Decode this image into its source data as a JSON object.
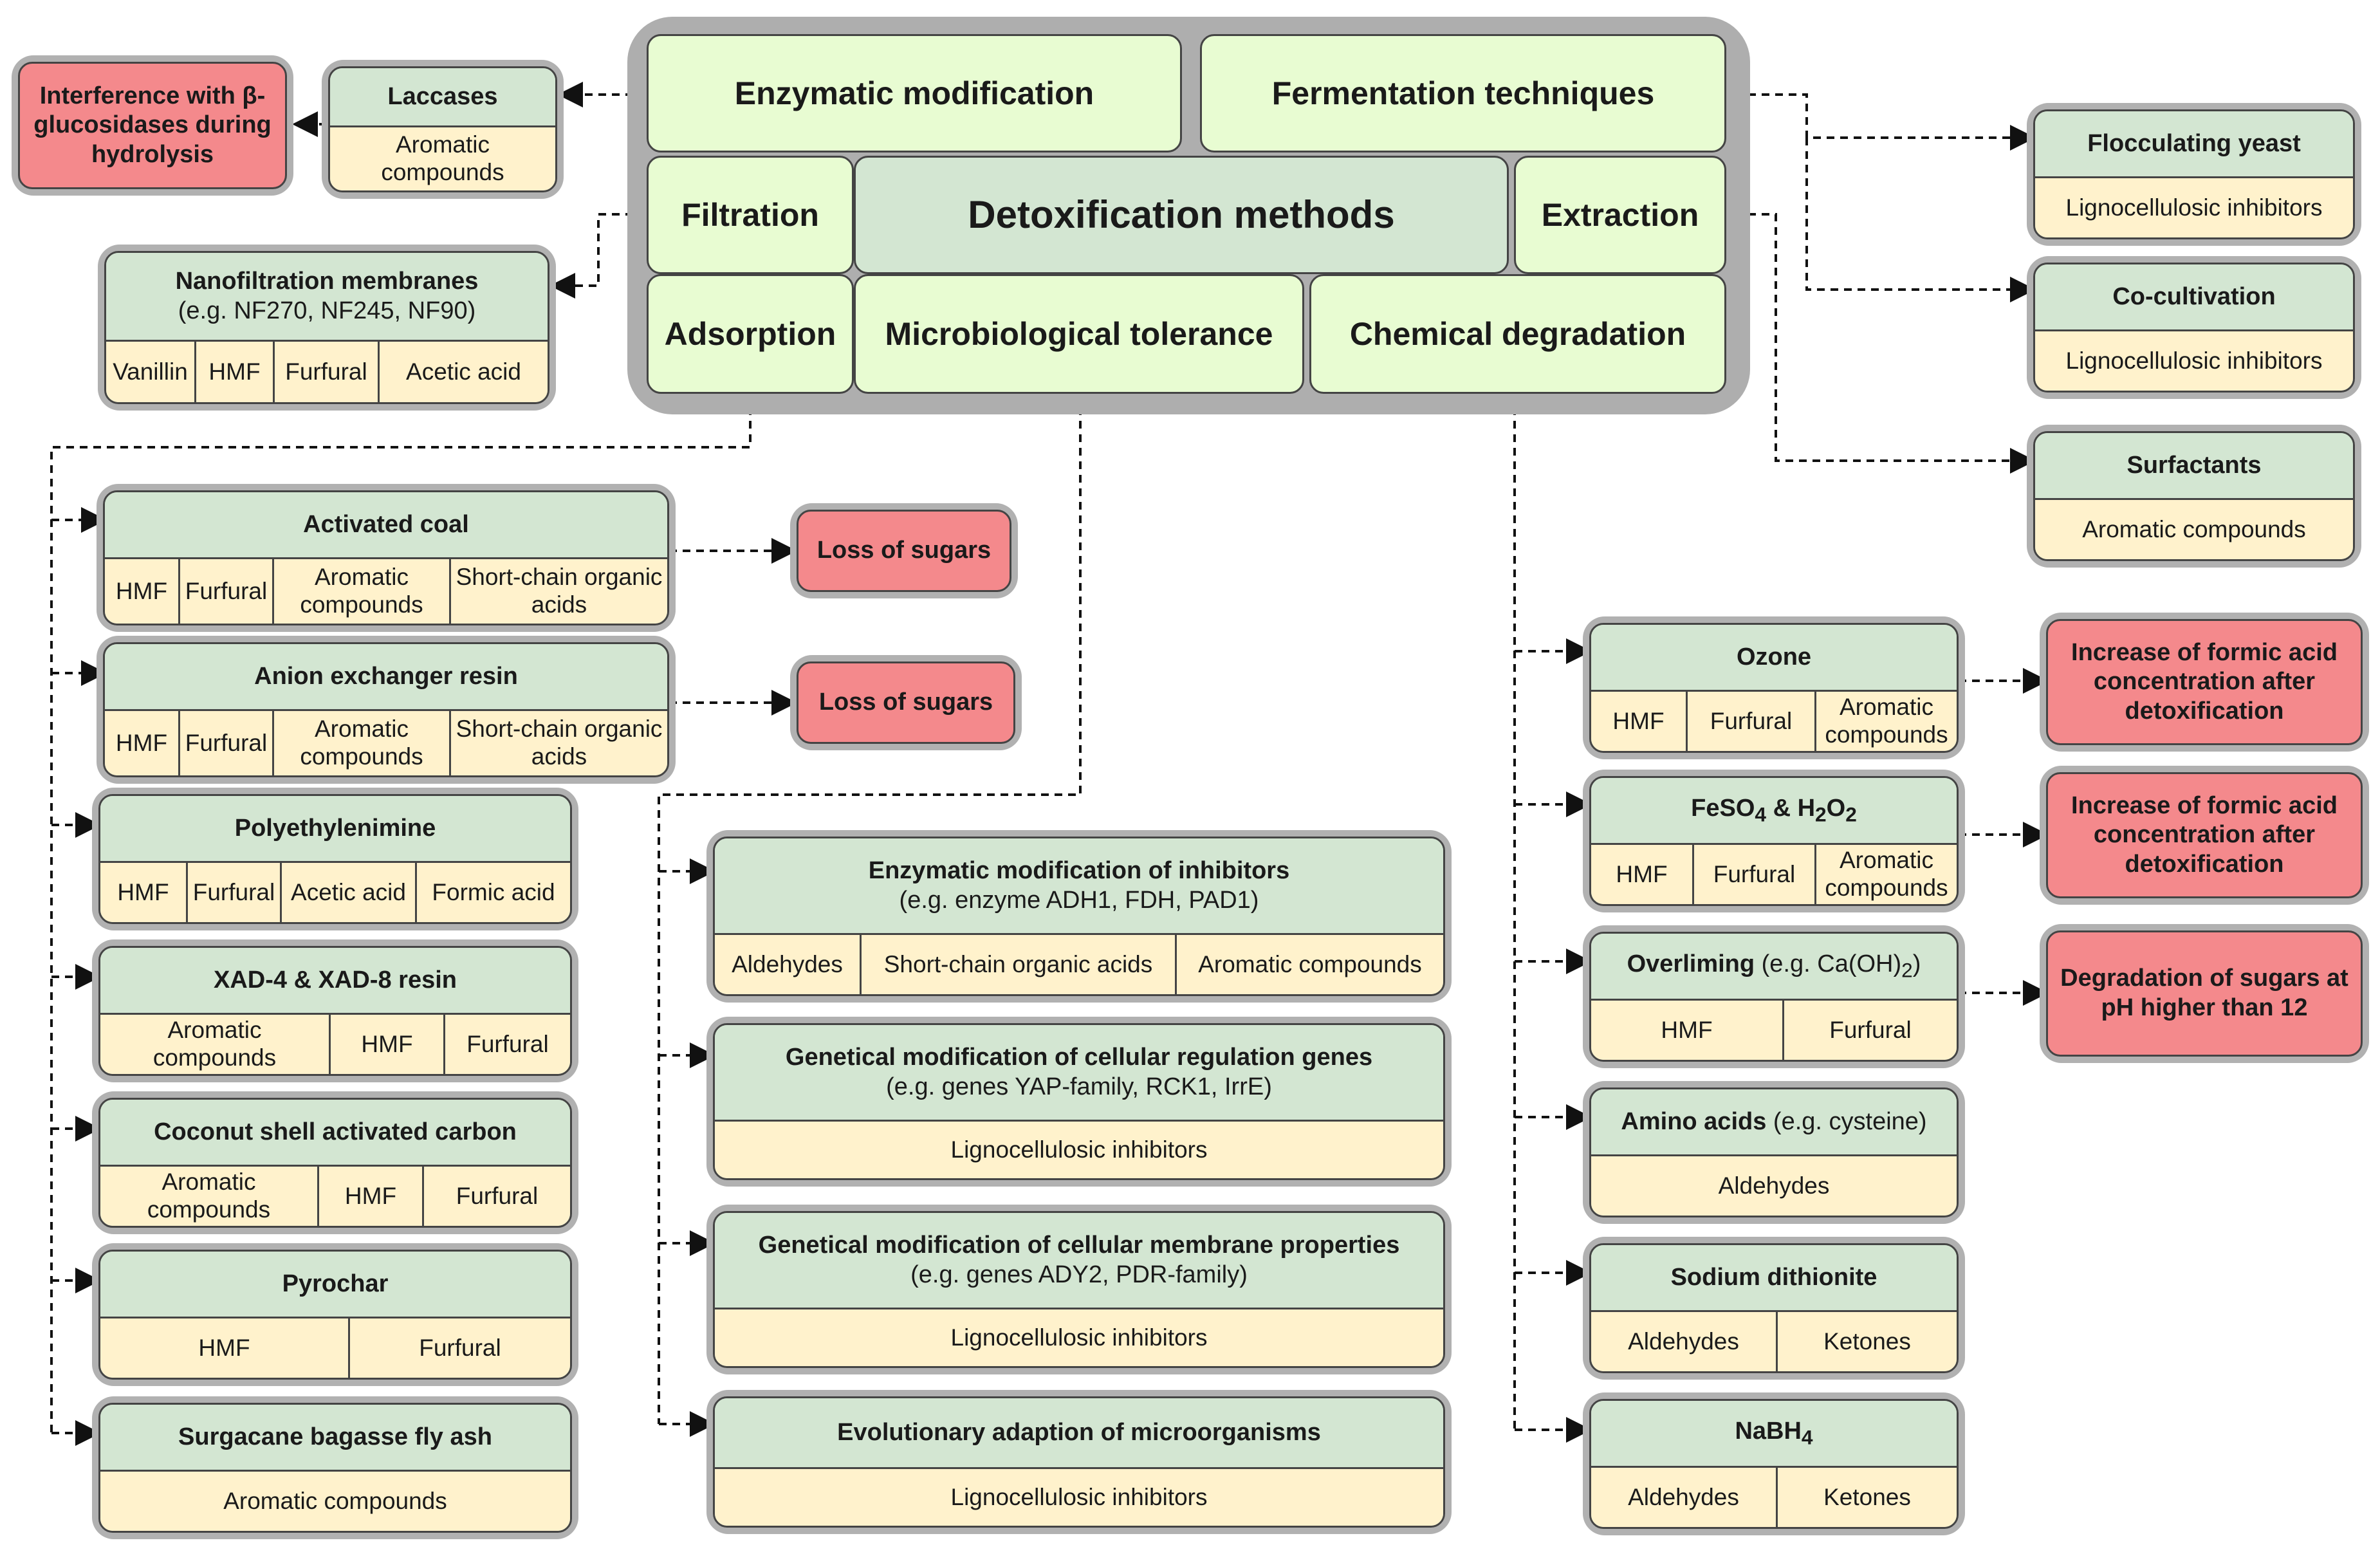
{
  "hub": {
    "center": "Detoxification methods",
    "enzymatic": "Enzymatic modification",
    "fermentation": "Fermentation techniques",
    "filtration": "Filtration",
    "extraction": "Extraction",
    "adsorption": "Adsorption",
    "microbiological": "Microbiological tolerance",
    "chemical": "Chemical degradation"
  },
  "enzymatic": {
    "laccases": {
      "title": "Laccases",
      "items": [
        "Aromatic compounds"
      ]
    },
    "effect": "Interference with β-glucosidases during hydrolysis"
  },
  "filtration": {
    "nanofiltration": {
      "title": "Nanofiltration membranes",
      "note": "(e.g. NF270, NF245, NF90)",
      "items": [
        "Vanillin",
        "HMF",
        "Furfural",
        "Acetic acid"
      ]
    }
  },
  "fermentation": {
    "flocculating": {
      "title": "Flocculating yeast",
      "items": [
        "Lignocellulosic inhibitors"
      ]
    },
    "cocultivation": {
      "title": "Co-cultivation",
      "items": [
        "Lignocellulosic inhibitors"
      ]
    }
  },
  "extraction": {
    "surfactants": {
      "title": "Surfactants",
      "items": [
        "Aromatic compounds"
      ]
    }
  },
  "adsorption": {
    "activated_coal": {
      "title": "Activated coal",
      "items": [
        "HMF",
        "Furfural",
        "Aromatic compounds",
        "Short-chain organic acids"
      ],
      "effect": "Loss of sugars"
    },
    "anion_resin": {
      "title": "Anion exchanger resin",
      "items": [
        "HMF",
        "Furfural",
        "Aromatic compounds",
        "Short-chain organic acids"
      ],
      "effect": "Loss of sugars"
    },
    "polyethylenimine": {
      "title": "Polyethylenimine",
      "items": [
        "HMF",
        "Furfural",
        "Acetic acid",
        "Formic acid"
      ]
    },
    "xad": {
      "title": "XAD-4 & XAD-8 resin",
      "items": [
        "Aromatic compounds",
        "HMF",
        "Furfural"
      ]
    },
    "coconut": {
      "title": "Coconut shell activated carbon",
      "items": [
        "Aromatic compounds",
        "HMF",
        "Furfural"
      ]
    },
    "pyrochar": {
      "title": "Pyrochar",
      "items": [
        "HMF",
        "Furfural"
      ]
    },
    "flyash": {
      "title": "Surgacane bagasse fly ash",
      "items": [
        "Aromatic compounds"
      ]
    }
  },
  "microbiological": {
    "enzymatic_mod": {
      "title": "Enzymatic modification of inhibitors",
      "note": "(e.g. enzyme ADH1, FDH, PAD1)",
      "items": [
        "Aldehydes",
        "Short-chain organic acids",
        "Aromatic compounds"
      ]
    },
    "regulation_genes": {
      "title": "Genetical modification of cellular regulation genes",
      "note": "(e.g. genes YAP-family, RCK1, IrrE)",
      "items": [
        "Lignocellulosic inhibitors"
      ]
    },
    "membrane_props": {
      "title": "Genetical modification of cellular membrane properties",
      "note": "(e.g. genes ADY2, PDR-family)",
      "items": [
        "Lignocellulosic inhibitors"
      ]
    },
    "evolutionary": {
      "title": "Evolutionary adaption of microorganisms",
      "items": [
        "Lignocellulosic inhibitors"
      ]
    }
  },
  "chemical": {
    "ozone": {
      "title": "Ozone",
      "items": [
        "HMF",
        "Furfural",
        "Aromatic compounds"
      ],
      "effect": "Increase of formic acid concentration after detoxification"
    },
    "feso4": {
      "title_a": "FeSO",
      "title_sub_a": "4",
      "title_b": " & H",
      "title_sub_b": "2",
      "title_c": "O",
      "title_sub_c": "2",
      "items": [
        "HMF",
        "Furfural",
        "Aromatic compounds"
      ],
      "effect": "Increase of formic acid concentration after detoxification"
    },
    "overliming": {
      "title": "Overliming",
      "note_a": "(e.g. Ca(OH)",
      "note_sub": "2",
      "note_b": ")",
      "items": [
        "HMF",
        "Furfural"
      ],
      "effect": "Degradation of sugars at pH higher than 12"
    },
    "amino_acids": {
      "title": "Amino acids",
      "note": "(e.g. cysteine)",
      "items": [
        "Aldehydes"
      ]
    },
    "dithionite": {
      "title": "Sodium dithionite",
      "items": [
        "Aldehydes",
        "Ketones"
      ]
    },
    "nabh4": {
      "title_a": "NaBH",
      "title_sub": "4",
      "items": [
        "Aldehydes",
        "Ketones"
      ]
    }
  }
}
